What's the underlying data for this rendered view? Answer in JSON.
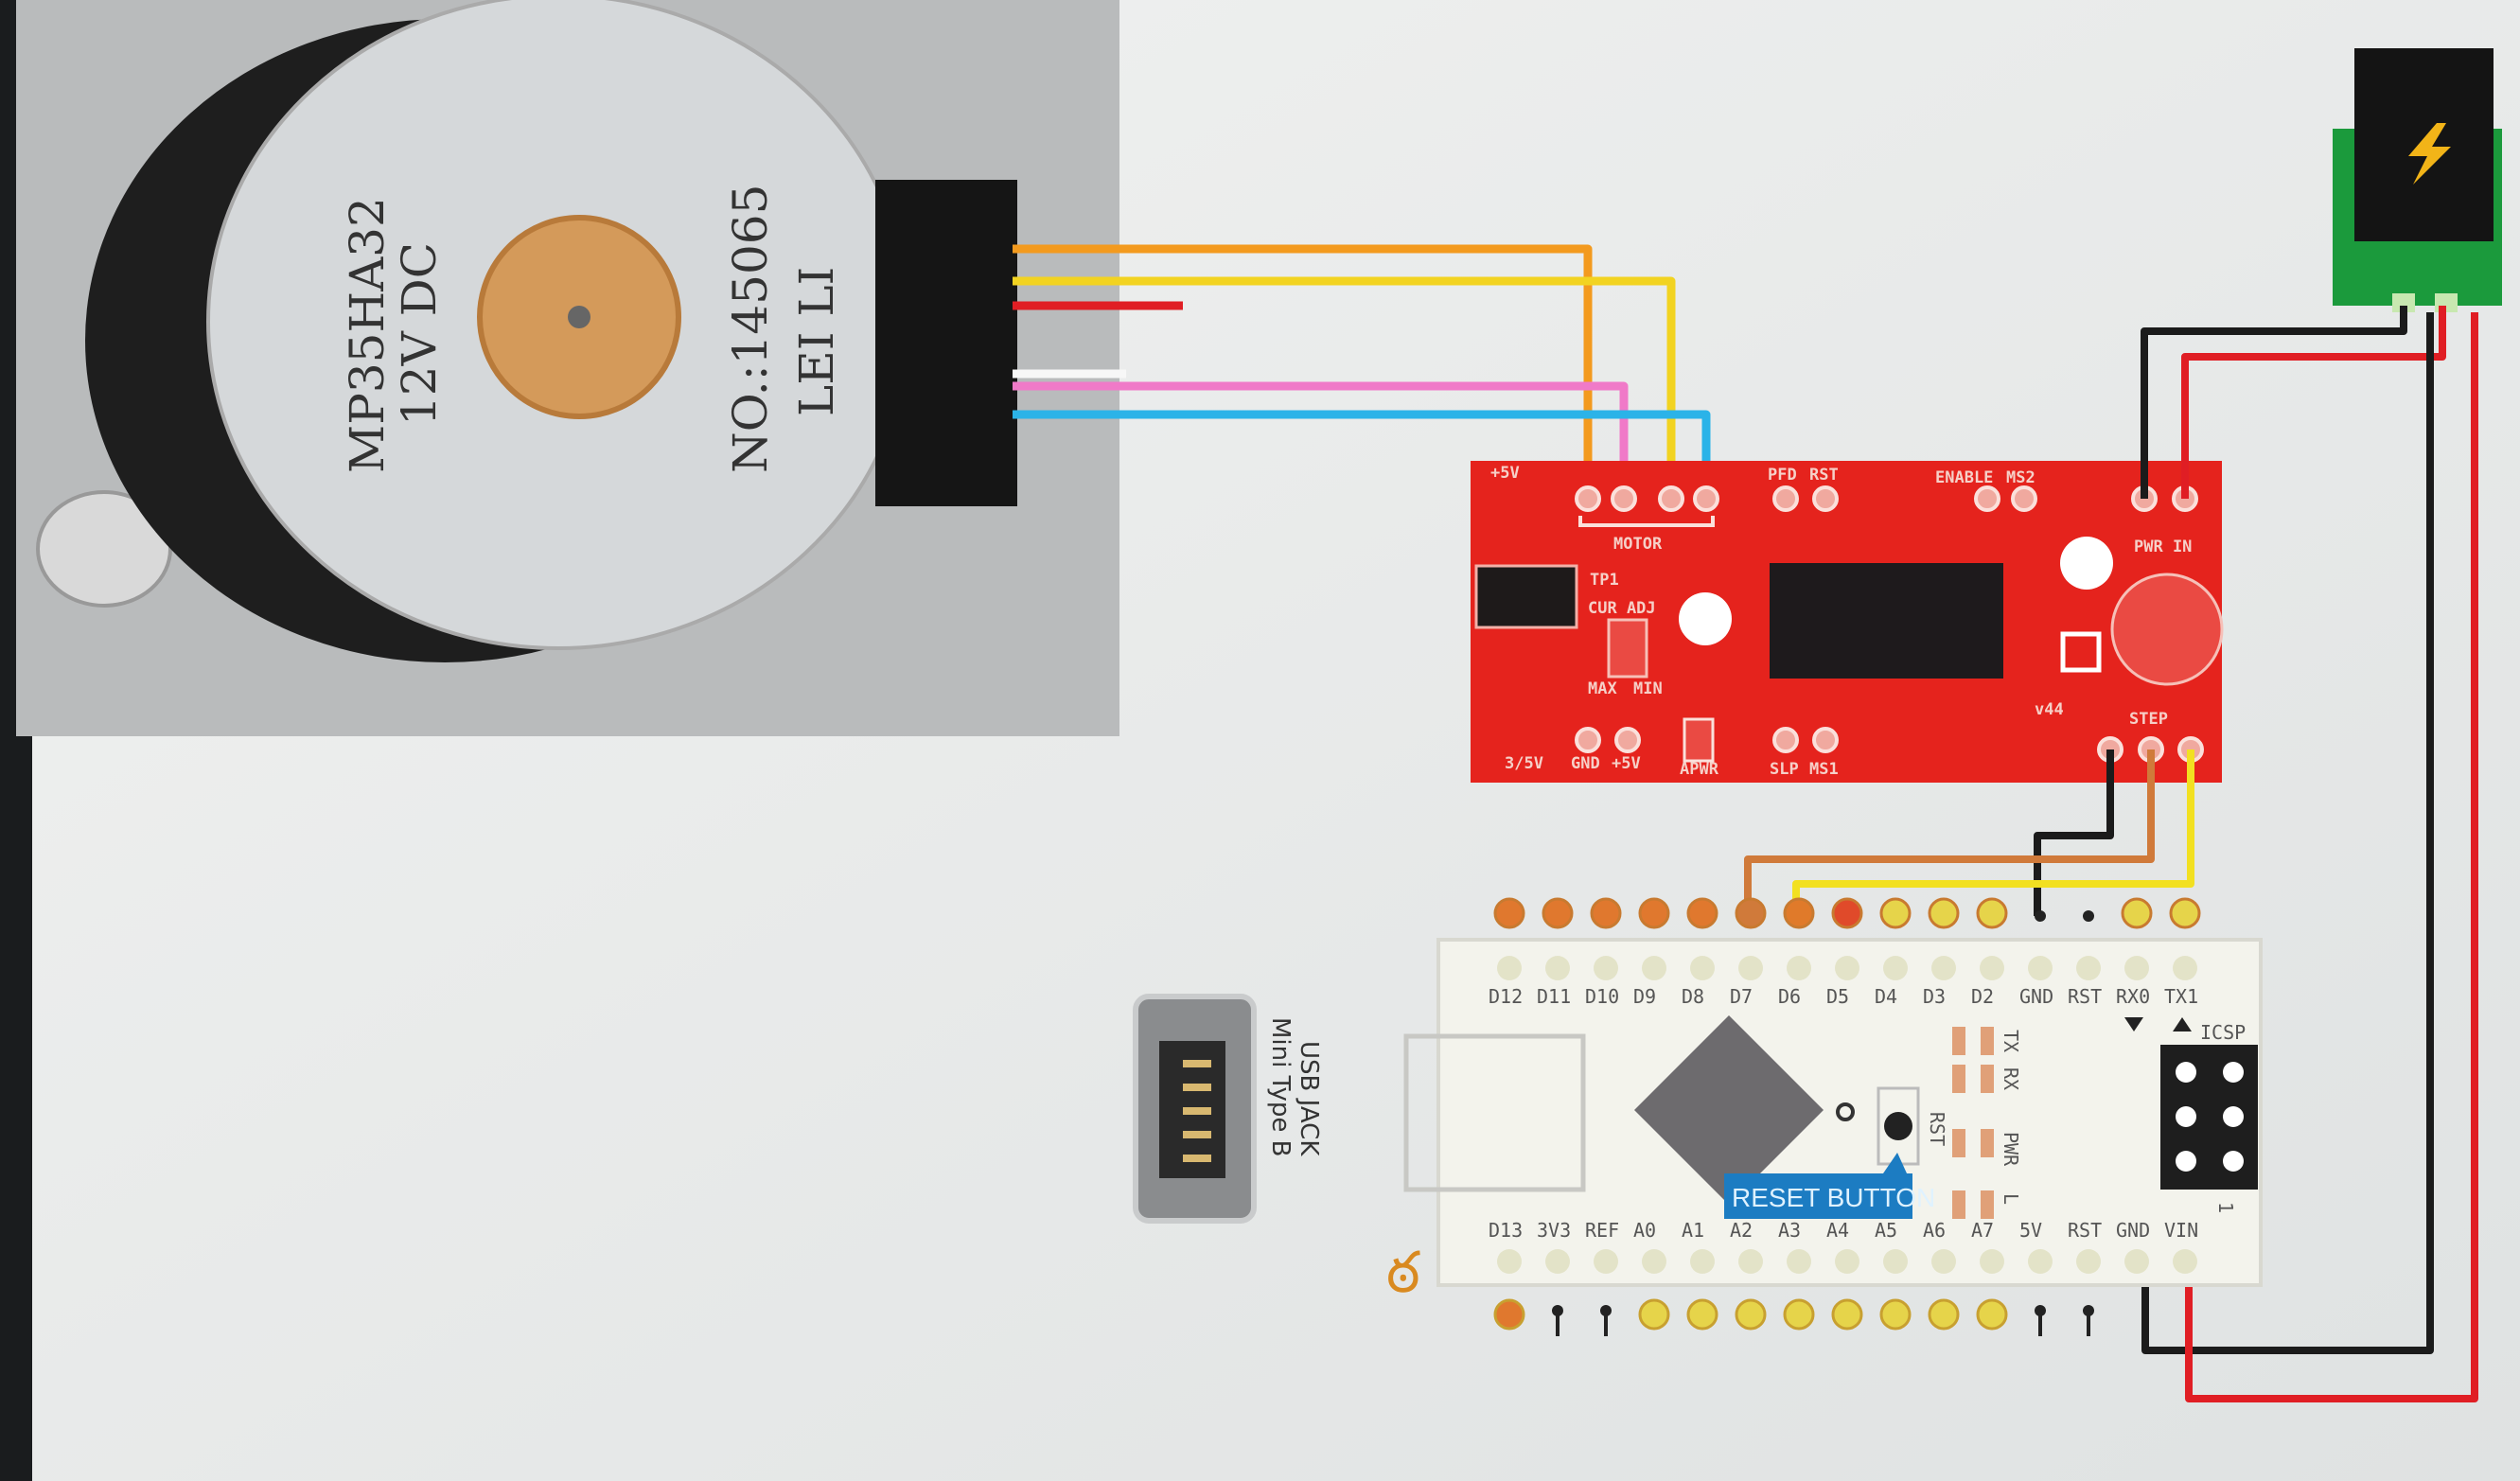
{
  "motor": {
    "model": "MP35HA32",
    "voltage": "12V DC",
    "number": "NO.:145065",
    "maker": "LEI LI"
  },
  "driver_board": {
    "plus5v": "+5V",
    "motor": "MOTOR",
    "pfd": "PFD",
    "rst": "RST",
    "enable": "ENABLE",
    "ms2": "MS2",
    "pwr_in": "PWR IN",
    "tp1": "TP1",
    "cur_adj": "CUR ADJ",
    "max": "MAX",
    "min": "MIN",
    "v35": "3/5V",
    "gnd": "GND",
    "p5v": "+5V",
    "apwr": "APWR",
    "slp": "SLP",
    "ms1": "MS1",
    "step": "STEP",
    "version": "v44"
  },
  "arduino": {
    "top_pins": [
      "D12",
      "D11",
      "D10",
      "D9",
      "D8",
      "D7",
      "D6",
      "D5",
      "D4",
      "D3",
      "D2",
      "GND",
      "RST",
      "RX0",
      "TX1"
    ],
    "bottom_pins": [
      "D13",
      "3V3",
      "REF",
      "A0",
      "A1",
      "A2",
      "A3",
      "A4",
      "A5",
      "A6",
      "A7",
      "5V",
      "RST",
      "GND",
      "VIN"
    ],
    "leds": [
      "TX",
      "RX",
      "PWR",
      "L"
    ],
    "rst_label": "RST",
    "icsp": "ICSP",
    "icsp_pin1": "1",
    "reset_tooltip": "RESET BUTTON"
  },
  "usb_jack": {
    "line1": "USB JACK",
    "line2": "Mini Type B"
  },
  "colors": {
    "board_red": "#e5231d",
    "wire_orange": "#f39a1e",
    "wire_yellow": "#f2d321",
    "wire_pink": "#f07ac8",
    "wire_blue": "#2bb3e8",
    "wire_red": "#e01e24",
    "wire_black": "#1b1b1b",
    "tooltip_blue": "#1c7cc2"
  }
}
